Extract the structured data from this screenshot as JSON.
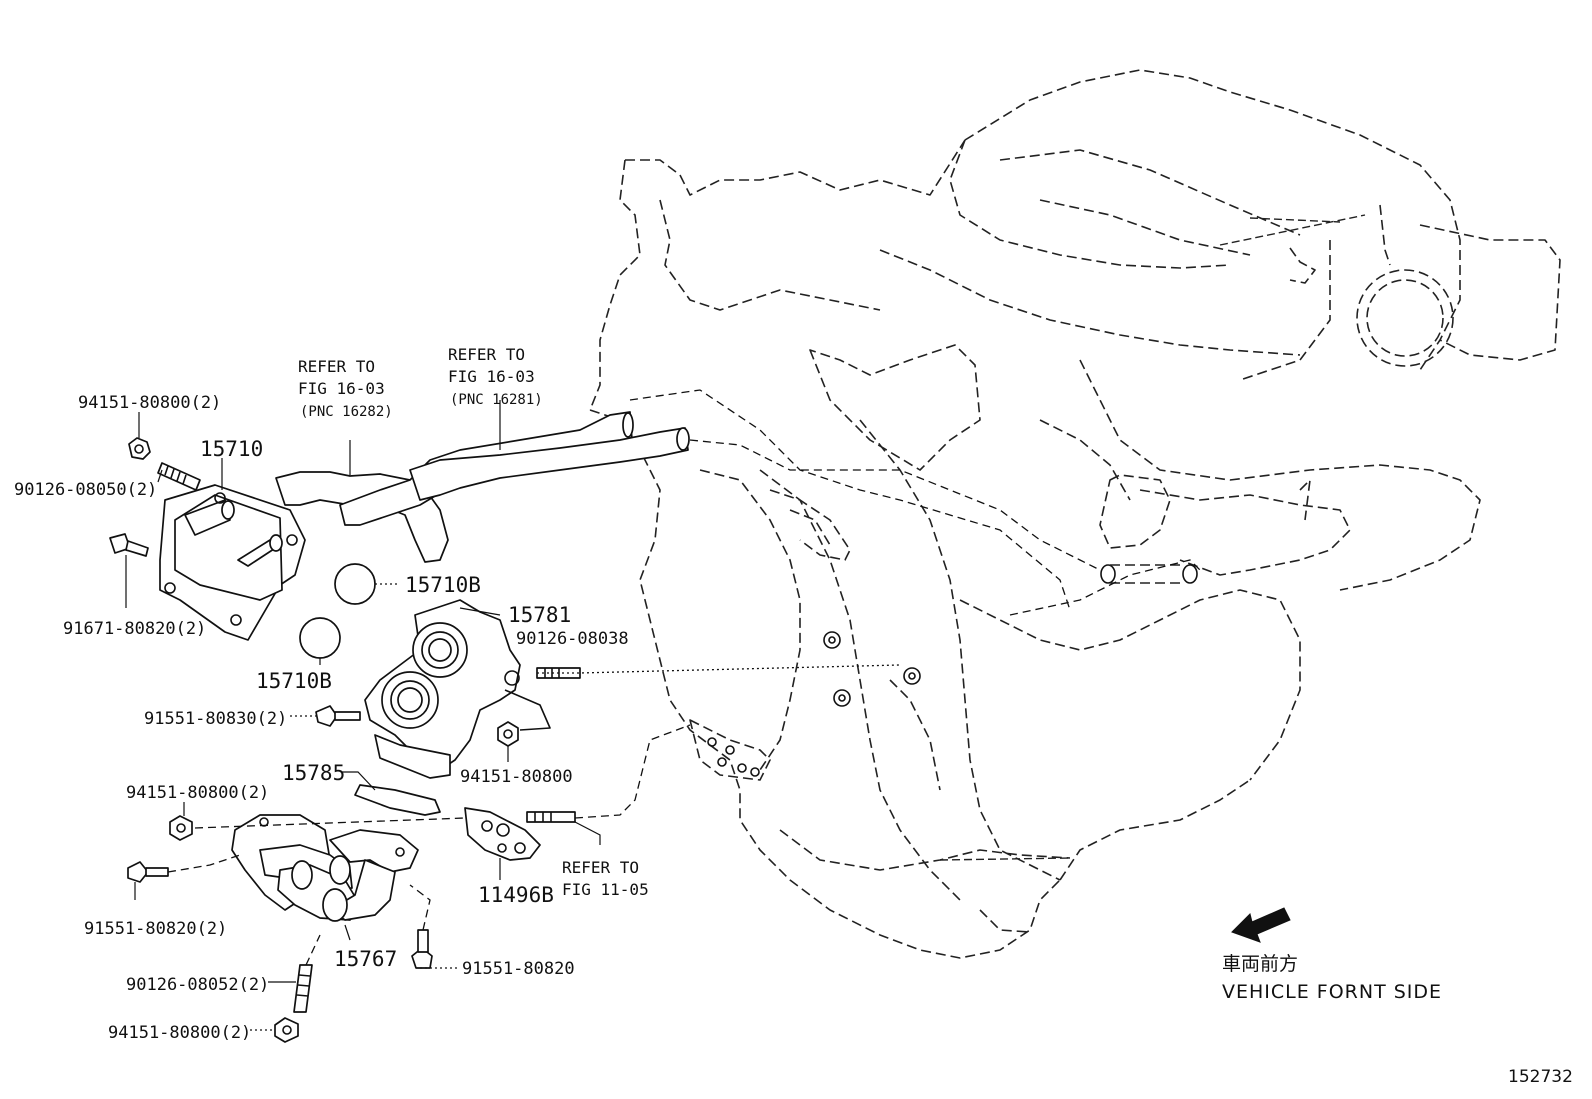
{
  "parts": {
    "p94151_top": "94151-80800(2)",
    "p90126_08050": "90126-08050(2)",
    "p15710": "15710",
    "p91671": "91671-80820(2)",
    "p15710b_a": "15710B",
    "p15710b_b": "15710B",
    "p15781": "15781",
    "p90126_08038": "90126-08038",
    "p91551_80830": "91551-80830(2)",
    "p94151_mid": "94151-80800",
    "p15785": "15785",
    "p94151_low": "94151-80800(2)",
    "p91551_80820_2": "91551-80820(2)",
    "p11496b": "11496B",
    "p15767": "15767",
    "p91551_80820": "91551-80820",
    "p90126_08052": "90126-08052(2)",
    "p94151_bot": "94151-80800(2)"
  },
  "refs": {
    "ref1": {
      "line1": "REFER TO",
      "line2": "FIG 16-03",
      "line3": "(PNC 16282)"
    },
    "ref2": {
      "line1": "REFER TO",
      "line2": "FIG 16-03",
      "line3": "(PNC 16281)"
    },
    "ref3": {
      "line1": "REFER TO",
      "line2": "FIG 11-05"
    }
  },
  "direction": {
    "jp": "車両前方",
    "en": "VEHICLE FORNT SIDE"
  },
  "figure_number": "152732"
}
